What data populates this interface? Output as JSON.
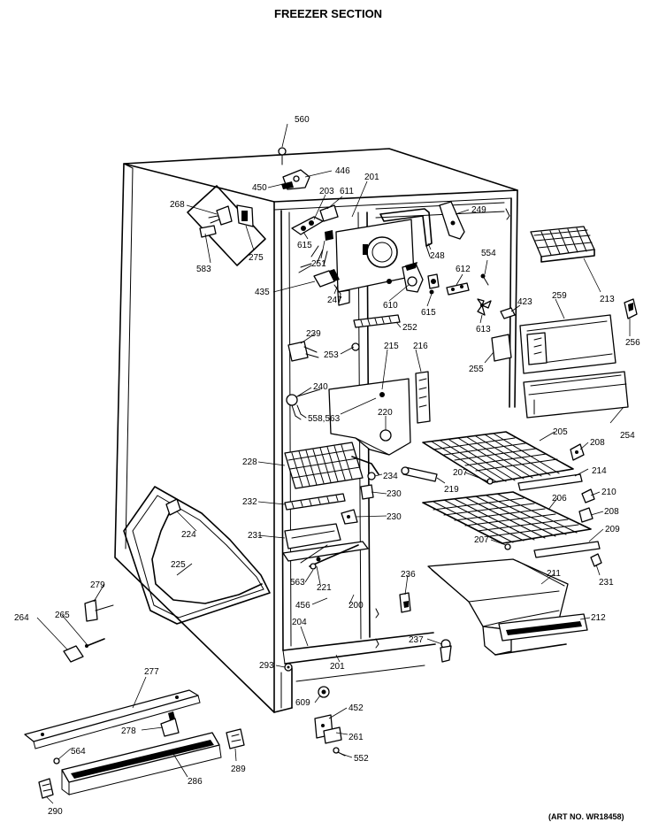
{
  "title": "FREEZER SECTION",
  "art_no": "(ART NO. WR18458)",
  "parts": [
    "560",
    "446",
    "450",
    "201",
    "203",
    "611",
    "268",
    "249",
    "615",
    "251",
    "583",
    "275",
    "248",
    "554",
    "612",
    "435",
    "247",
    "610",
    "615",
    "213",
    "423",
    "259",
    "256",
    "613",
    "252",
    "239",
    "253",
    "215",
    "216",
    "255",
    "240",
    "558,563",
    "220",
    "205",
    "208",
    "254",
    "228",
    "234",
    "207",
    "214",
    "219",
    "230",
    "232",
    "210",
    "206",
    "208",
    "230",
    "224",
    "209",
    "231",
    "207",
    "225",
    "231",
    "236",
    "211",
    "279",
    "563",
    "221",
    "456",
    "200",
    "264",
    "265",
    "212",
    "204",
    "237",
    "201",
    "293",
    "277",
    "609",
    "452",
    "278",
    "564",
    "261",
    "289",
    "552",
    "286",
    "290"
  ],
  "colors": {
    "ink": "#000000",
    "paper": "#ffffff"
  }
}
